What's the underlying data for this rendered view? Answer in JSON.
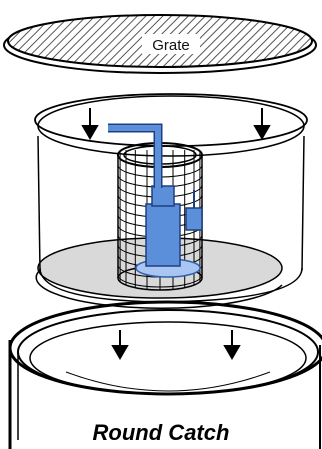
{
  "labels": {
    "grate": "Grate",
    "caption": "Round Catch"
  },
  "colors": {
    "outline": "#000000",
    "tank_fill": "#d9d9d9",
    "pump_blue": "#5b8fd9",
    "pump_dark": "#2f5fae",
    "glow": "#a9c6f2"
  },
  "parts": [
    "grate",
    "basket-tank",
    "wire-mesh-cylinder",
    "sump-pump",
    "discharge-pipe",
    "float-switch",
    "outer-catch-rim",
    "down-arrows"
  ]
}
